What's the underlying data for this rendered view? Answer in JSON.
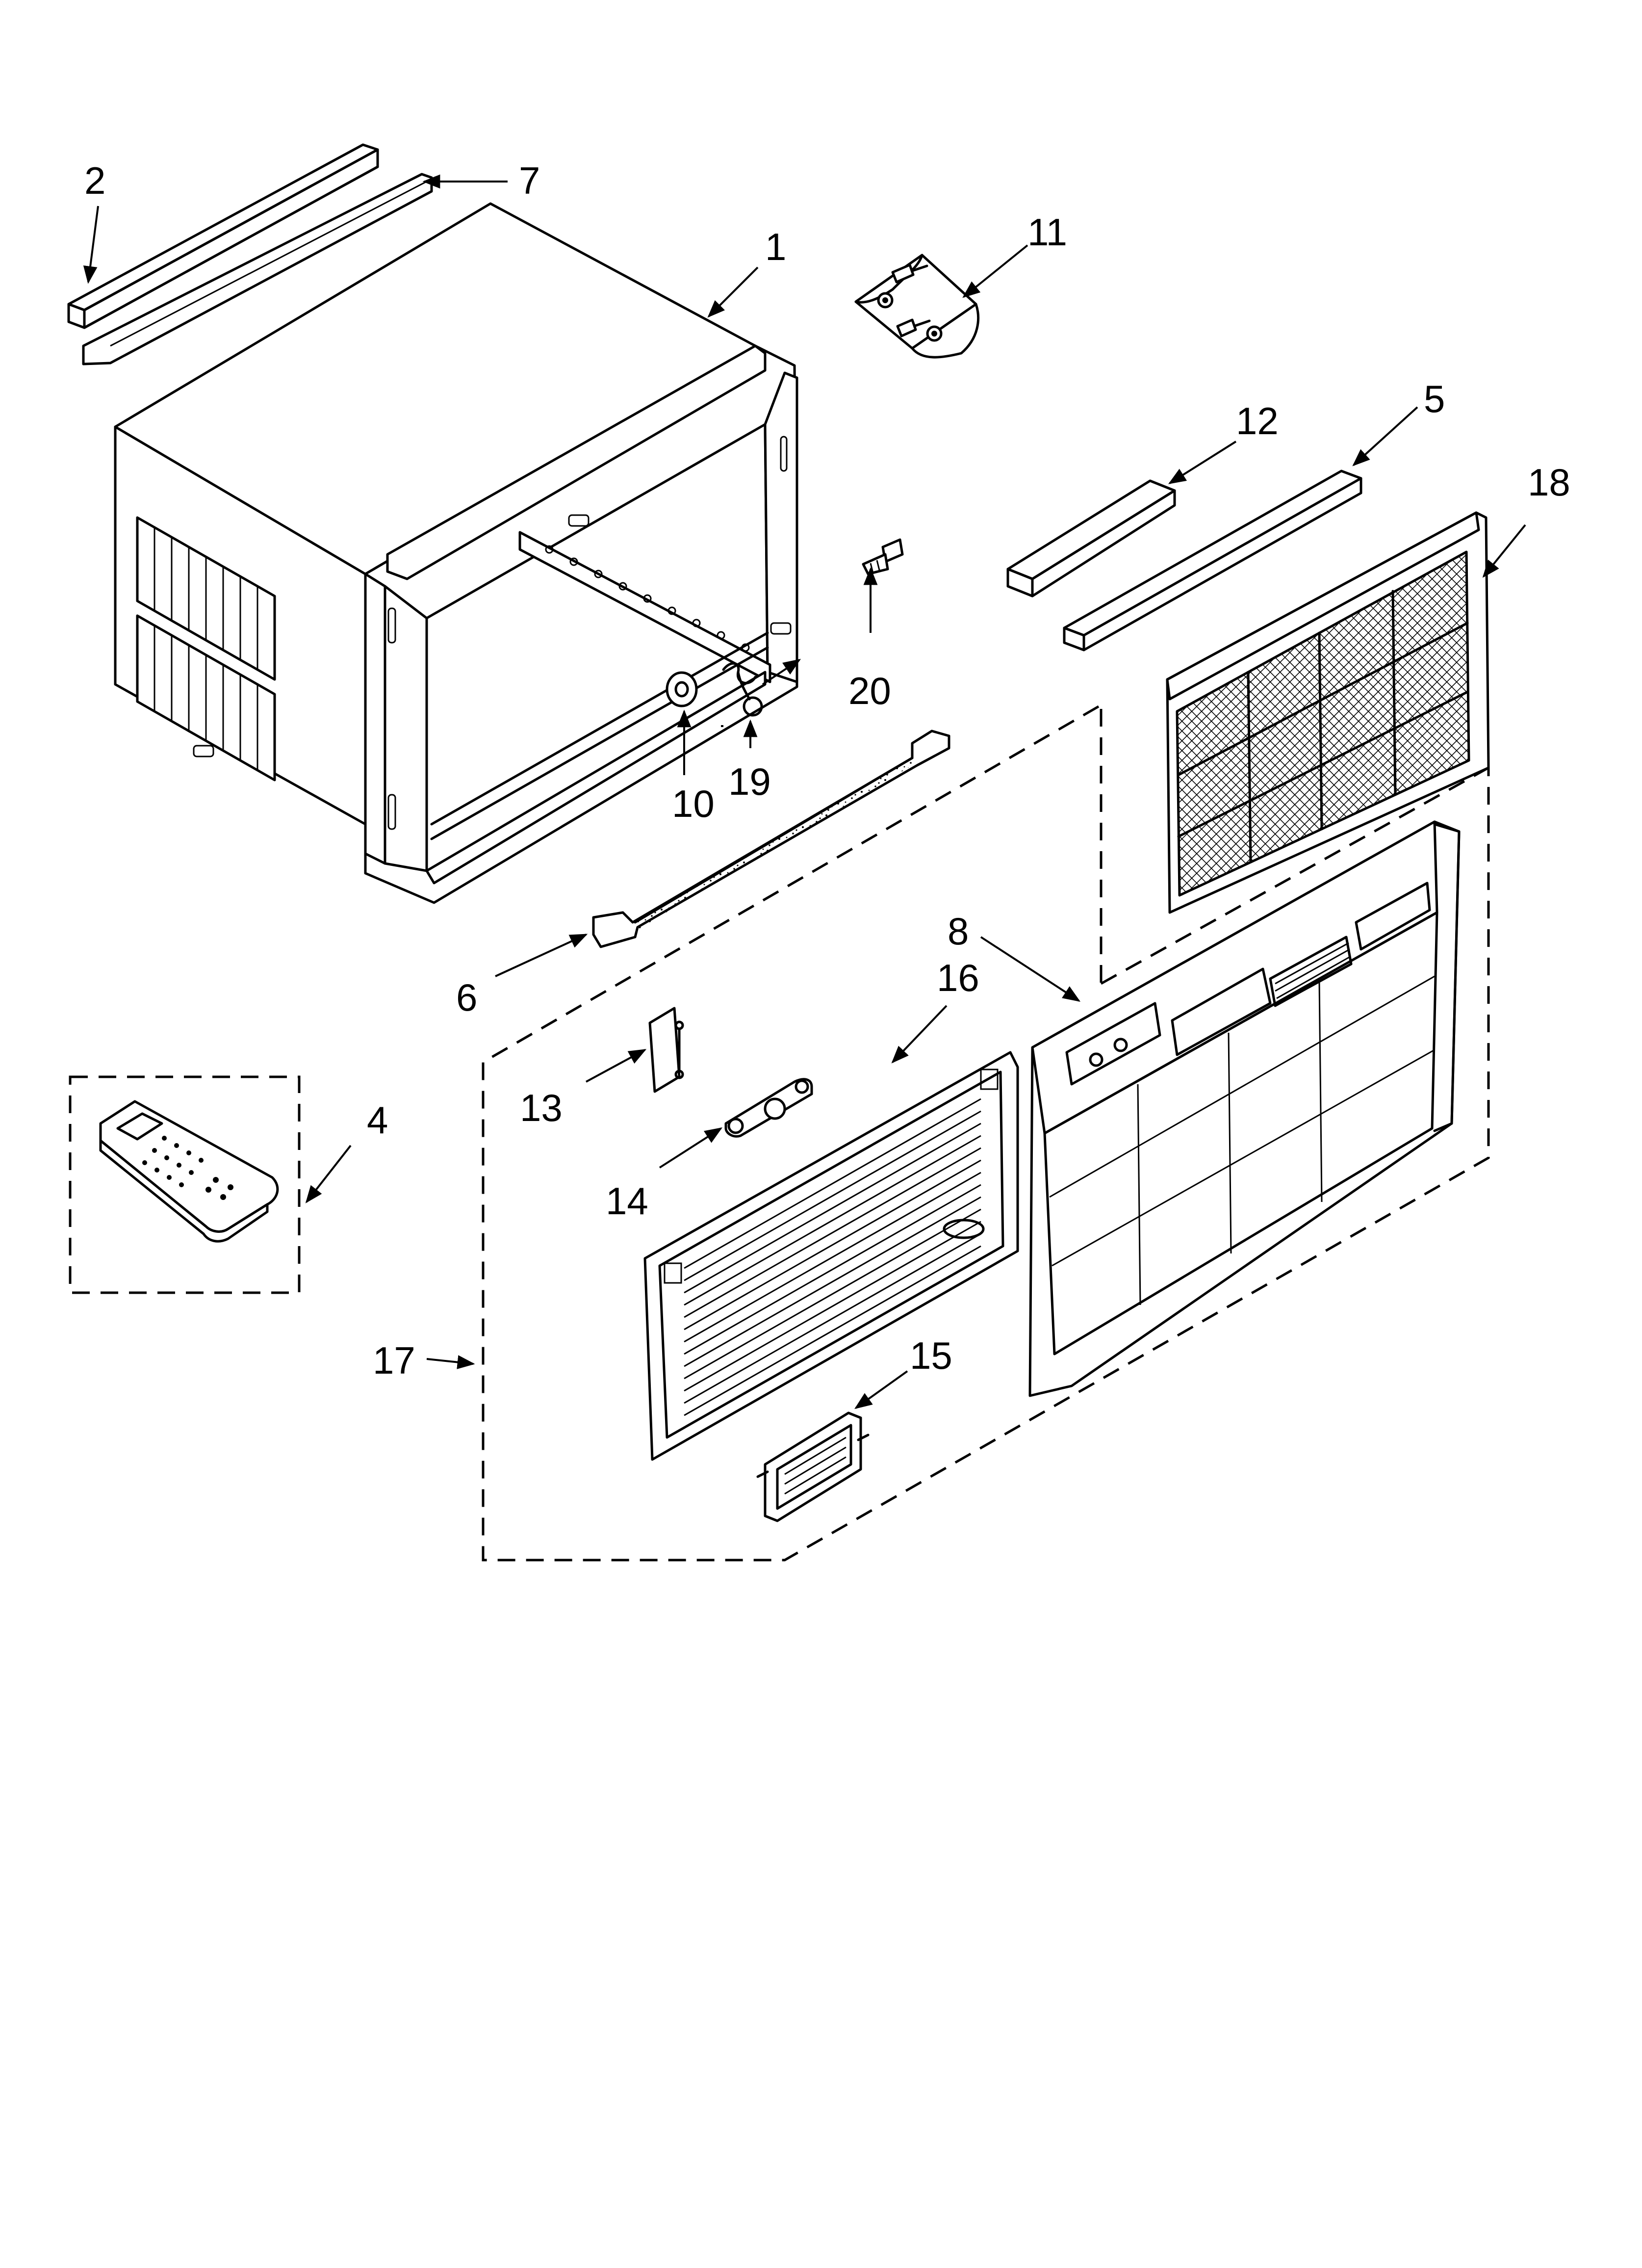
{
  "diagram": {
    "labels": {
      "p1": "1",
      "p2": "2",
      "p4": "4",
      "p5": "5",
      "p6": "6",
      "p7": "7",
      "p8": "8",
      "p10": "10",
      "p11": "11",
      "p12": "12",
      "p13": "13",
      "p14": "14",
      "p15": "15",
      "p16": "16",
      "p17": "17",
      "p18": "18",
      "p19": "19",
      "p20": "20"
    }
  }
}
